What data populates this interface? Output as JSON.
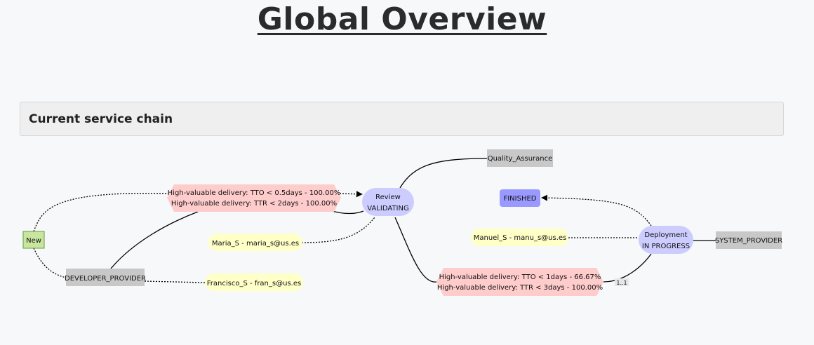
{
  "page": {
    "title": "Global Overview"
  },
  "section": {
    "title": "Current service chain"
  },
  "diagram": {
    "nodes": {
      "new": {
        "label": "New"
      },
      "developer_provider": {
        "label": "DEVELOPER_PROVIDER"
      },
      "francisco": {
        "label": "Francisco_S - fran_s@us.es"
      },
      "maria": {
        "label": "Maria_S - maria_s@us.es"
      },
      "sla_review": {
        "line1": "High-valuable delivery: TTO < 0.5days - 100.00%",
        "line2": "High-valuable delivery: TTR < 2days - 100.00%"
      },
      "review": {
        "line1": "Review",
        "line2": "VALIDATING"
      },
      "quality_assurance": {
        "label": "Quality_Assurance"
      },
      "finished": {
        "label": "FINISHED"
      },
      "manuel": {
        "label": "Manuel_S - manu_s@us.es"
      },
      "deployment": {
        "line1": "Deployment",
        "line2": "IN PROGRESS"
      },
      "system_provider": {
        "label": "SYSTEM_PROVIDER"
      },
      "sla_deployment": {
        "line1": "High-valuable delivery: TTO < 1days - 66.67%",
        "line2": "High-valuable delivery: TTR < 3days - 100.00%"
      },
      "multiplicity": {
        "label": "1..1"
      }
    },
    "colors": {
      "gray_box": "#c8c8c8",
      "state": "#ccccff",
      "finished": "#9999ff",
      "person": "#ffffc8",
      "sla": "#ffcccc",
      "new": "#c8e6a0"
    }
  }
}
